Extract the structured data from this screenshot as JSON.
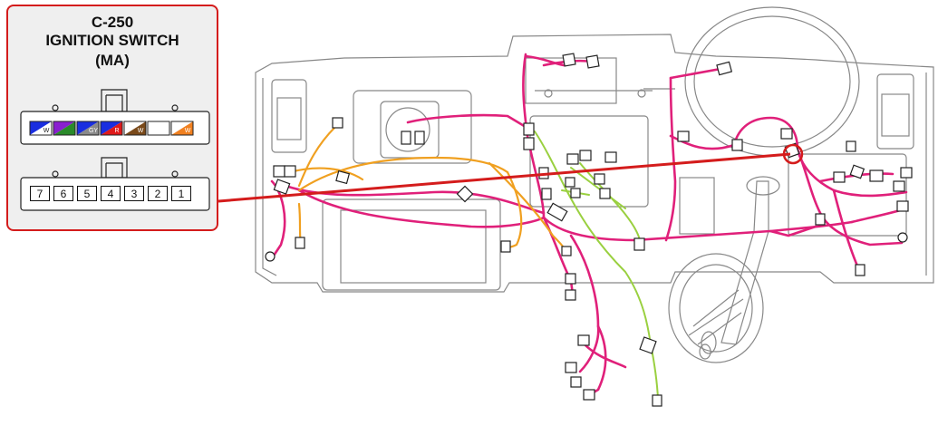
{
  "callout": {
    "code": "C-250",
    "name": "IGNITION SWITCH",
    "variant": "(MA)",
    "border_color": "#d41c1c"
  },
  "connector_face": {
    "pins": [
      "7",
      "6",
      "5",
      "4",
      "3",
      "2",
      "1"
    ],
    "wire_colors": [
      {
        "primary": "#1a2ee0",
        "stripe": "#ffffff",
        "stripe_label": "W"
      },
      {
        "primary": "#8a1fd0",
        "stripe": "#2a8a2a",
        "stripe_label": ""
      },
      {
        "primary": "#1a2ee0",
        "stripe": "#8a8a8a",
        "stripe_label": "GY"
      },
      {
        "primary": "#1a2ee0",
        "stripe": "#e01a1a",
        "stripe_label": "R"
      },
      {
        "primary": "#ffffff",
        "stripe": "#7a4a1a",
        "stripe_label": "W"
      },
      {
        "primary": "#ffffff",
        "stripe": "#ffffff",
        "stripe_label": ""
      },
      {
        "primary": "#ffffff",
        "stripe": "#f08020",
        "stripe_label": "W"
      }
    ]
  },
  "harness_colors": {
    "main": "#e0207a",
    "secondary": "#f0a020",
    "tertiary": "#9ad040",
    "outline": "#888888",
    "highlight": "#d41c1c"
  }
}
